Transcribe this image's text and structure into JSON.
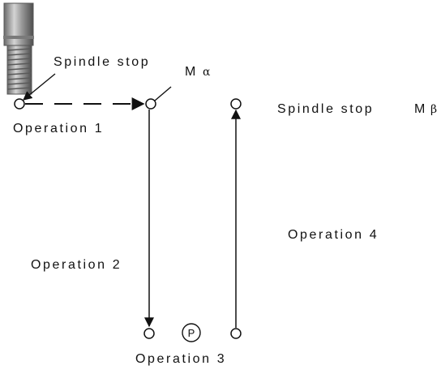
{
  "labels": {
    "spindle_stop_1": "Spindle stop",
    "m_alpha": "M",
    "alpha": "α",
    "operation_1": "Operation 1",
    "spindle_stop_2": "Spindle stop",
    "m_beta": "M",
    "beta": "β",
    "operation_2": "Operation 2",
    "operation_4": "Operation 4",
    "operation_3": "Operation 3",
    "p_marker": "P"
  },
  "icons": {
    "tool": "tap-tool-icon"
  },
  "colors": {
    "line": "#111111",
    "tool_dark": "#5a5a5a",
    "tool_light": "#d9d9d9"
  }
}
